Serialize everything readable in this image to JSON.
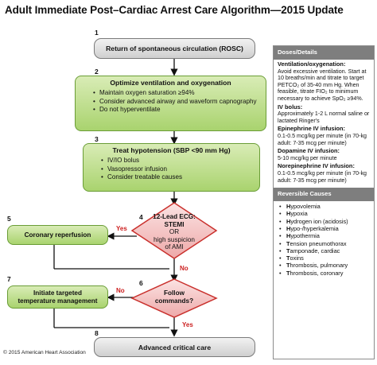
{
  "title": "Adult Immediate Post–Cardiac Arrest Care Algorithm—2015 Update",
  "copyright": "© 2015 American Heart Association",
  "steps": {
    "s1": {
      "num": "1",
      "text": "Return of spontaneous circulation (ROSC)"
    },
    "s2": {
      "num": "2",
      "head": "Optimize ventilation and oxygenation",
      "bullets": [
        "Maintain oxygen saturation ≥94%",
        "Consider advanced airway and waveform capnography",
        "Do not hyperventilate"
      ]
    },
    "s3": {
      "num": "3",
      "head": "Treat hypotension (SBP <90 mm Hg)",
      "bullets": [
        "IV/IO bolus",
        "Vasopressor infusion",
        "Consider treatable causes"
      ]
    },
    "s4": {
      "num": "4",
      "line1": "12-Lead ECG:",
      "line2": "STEMI",
      "line3": "OR",
      "line4": "high suspicion",
      "line5": "of AMI"
    },
    "s5": {
      "num": "5",
      "text": "Coronary reperfusion"
    },
    "s6": {
      "num": "6",
      "line1": "Follow",
      "line2": "commands?"
    },
    "s7": {
      "num": "7",
      "line1": "Initiate targeted",
      "line2": "temperature management"
    },
    "s8": {
      "num": "8",
      "text": "Advanced critical care"
    }
  },
  "labels": {
    "yes": "Yes",
    "no": "No"
  },
  "sidebar": {
    "doses_title": "Doses/Details",
    "vent_title": "Ventilation/oxygenation:",
    "vent_text": "Avoid excessive ventilation. Start at 10 breaths/min and titrate to target PETCO₂ of 35-40 mm Hg. When feasible, titrate FIO₂ to minimum necessary to achieve SpO₂ ≥94%.",
    "bolus_title": "IV bolus:",
    "bolus_text": "Approximately 1-2 L normal saline or lactated Ringer's",
    "epi_title": "Epinephrine IV infusion:",
    "epi_text": "0.1-0.5 mcg/kg per minute (in 70-kg adult: 7-35 mcg per minute)",
    "dopa_title": "Dopamine IV infusion:",
    "dopa_text": "5-10 mcg/kg per minute",
    "norepi_title": "Norepinephrine IV infusion:",
    "norepi_text": "0.1-0.5 mcg/kg per minute (in 70-kg adult: 7-35 mcg per minute)",
    "causes_title": "Reversible Causes",
    "causes": [
      {
        "first": "H",
        "rest": "ypovolemia"
      },
      {
        "first": "H",
        "rest": "ypoxia"
      },
      {
        "first": "H",
        "rest": "ydrogen ion (acidosis)"
      },
      {
        "first": "H",
        "rest": "ypo-/hyperkalemia"
      },
      {
        "first": "H",
        "rest": "ypothermia"
      },
      {
        "first": "T",
        "rest": "ension pneumothorax"
      },
      {
        "first": "T",
        "rest": "amponade, cardiac"
      },
      {
        "first": "T",
        "rest": "oxins"
      },
      {
        "first": "T",
        "rest": "hrombosis, pulmonary"
      },
      {
        "first": "T",
        "rest": "hrombosis, coronary"
      }
    ]
  },
  "colors": {
    "arrow": "#111111",
    "yes_no": "#cc1f1f",
    "diamond_fill": "#f6d0d0",
    "diamond_stroke": "#c9302c",
    "green_border": "#6a9d36",
    "sidebar_header": "#7e7e7e"
  }
}
